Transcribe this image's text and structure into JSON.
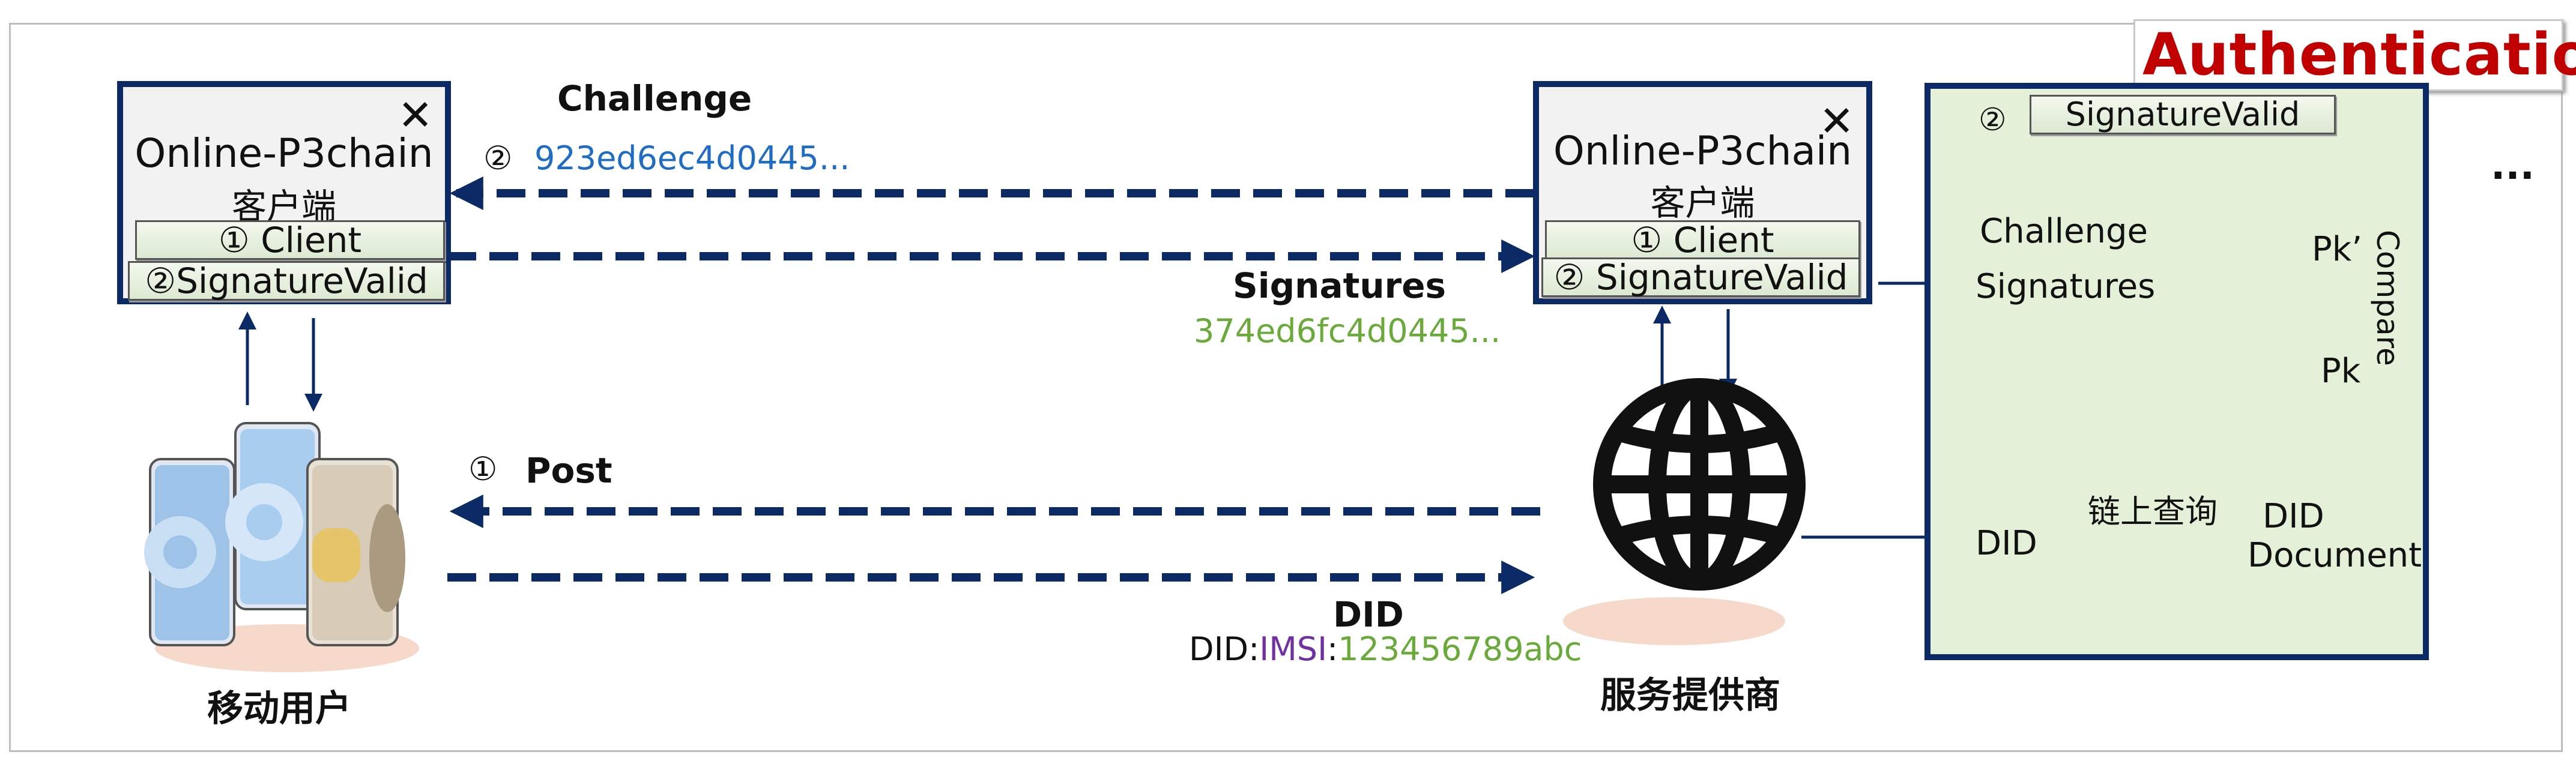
{
  "auth_title": "Authentication",
  "left_client": {
    "title": "Online-P3chain",
    "subtitle": "客户端",
    "close": "✕",
    "btn1": "①   Client",
    "btn2": "②SignatureValid"
  },
  "right_client": {
    "title": "Online-P3chain",
    "subtitle": "客户端",
    "close": "✕",
    "btn1": "①   Client",
    "btn2": "② SignatureValid"
  },
  "challenge": {
    "label": "Challenge",
    "step": "②",
    "value": "923ed6ec4d0445..."
  },
  "signatures": {
    "label": "Signatures",
    "value": "374ed6fc4d0445..."
  },
  "post": {
    "step": "①",
    "label": "Post"
  },
  "did": {
    "label": "DID",
    "prefix": "DID:",
    "imsi": "IMSI",
    "sep": ":",
    "value": "123456789abc"
  },
  "mobile_user_label": "移动用户",
  "service_provider_label": "服务提供商",
  "auth_panel": {
    "step": "②",
    "btn": "SignatureValid",
    "challenge": "Challenge",
    "signatures": "Signatures",
    "pk_prime": "Pk’",
    "pk": "Pk",
    "compare": "Compare",
    "did": "DID",
    "onchain_query": "链上查询",
    "did_document_1": "DID",
    "did_document_2": "Document"
  },
  "ellipsis": "...",
  "colors": {
    "navy": "#0b2a66",
    "panel_green": "#e4f0d8",
    "auth_red": "#c00000",
    "blue_text": "#1f6cc4",
    "green_text": "#6aaa3a",
    "purple_text": "#7030a0"
  }
}
